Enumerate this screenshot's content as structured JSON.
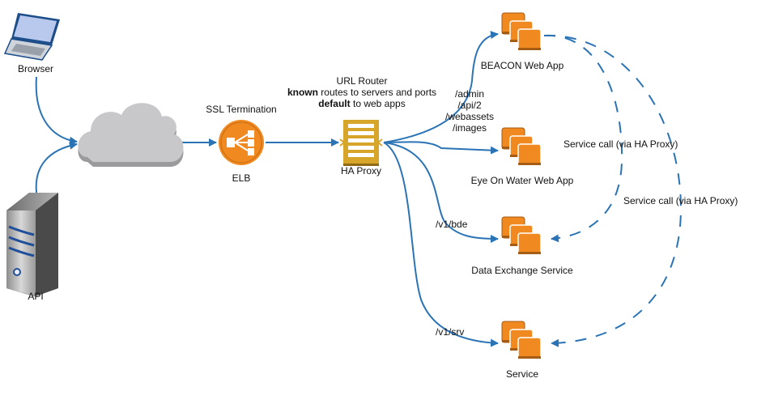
{
  "colors": {
    "edge": "#2a73b4",
    "orange": "#f0891f",
    "orange_dark": "#a55c14",
    "proxy_gold": "#d6a52a",
    "cloud": "#c8c8ca"
  },
  "nodes": {
    "browser": {
      "label": "Browser",
      "icon": "laptop-icon"
    },
    "api": {
      "label": "API",
      "icon": "server-icon"
    },
    "internet": {
      "icon": "cloud-icon"
    },
    "elb": {
      "label": "ELB",
      "title": "SSL Termination",
      "icon": "load-balancer-icon"
    },
    "haproxy": {
      "label": "HA Proxy",
      "icon": "proxy-icon",
      "title": "URL Router",
      "desc_line1_bold": "known",
      "desc_line1_rest": " routes to servers and ports",
      "desc_line2_bold": "default",
      "desc_line2_rest": " to web apps"
    },
    "beacon": {
      "label": "BEACON Web App",
      "icon": "instances-icon"
    },
    "eyeonwater": {
      "label": "Eye On Water Web App",
      "icon": "instances-icon"
    },
    "dataexchange": {
      "label": "Data Exchange Service",
      "icon": "instances-icon"
    },
    "service": {
      "label": "Service",
      "icon": "instances-icon"
    }
  },
  "routes": {
    "webapps": [
      "/admin",
      "/api/2",
      "/webassets",
      "/images"
    ],
    "bde": "/v1/bde",
    "srv": "/v1/srv"
  },
  "service_calls": {
    "inner": "Service call (via HA Proxy)",
    "outer": "Service call (via HA Proxy)"
  }
}
